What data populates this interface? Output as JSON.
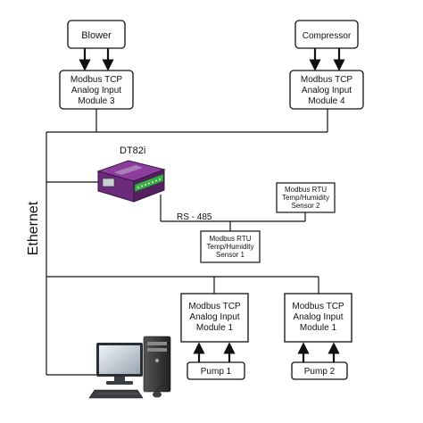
{
  "network": {
    "backbone_label": "Ethernet",
    "serial_bus_label": "RS - 485"
  },
  "logger": {
    "label": "DT82i",
    "body_color": "#6a2b7a",
    "accent_color": "#3cae4a"
  },
  "inputs": {
    "blower": "Blower",
    "compressor": "Compressor",
    "pump1": "Pump 1",
    "pump2": "Pump 2"
  },
  "modules": {
    "m3": {
      "line1": "Modbus TCP",
      "line2": "Analog Input",
      "line3": "Module 3"
    },
    "m4": {
      "line1": "Modbus TCP",
      "line2": "Analog Input",
      "line3": "Module 4"
    },
    "p1": {
      "line1": "Modbus TCP",
      "line2": "Analog Input",
      "line3": "Module 1"
    },
    "p2": {
      "line1": "Modbus TCP",
      "line2": "Analog Input",
      "line3": "Module 1"
    }
  },
  "sensors": {
    "s1": {
      "line1": "Modbus RTU",
      "line2": "Temp/Humidity",
      "line3": "Sensor 1"
    },
    "s2": {
      "line1": "Modbus RTU",
      "line2": "Temp/Humidity",
      "line3": "Sensor 2"
    }
  },
  "icons": {
    "logger": "data-logger-icon",
    "computer": "desktop-computer-icon"
  }
}
